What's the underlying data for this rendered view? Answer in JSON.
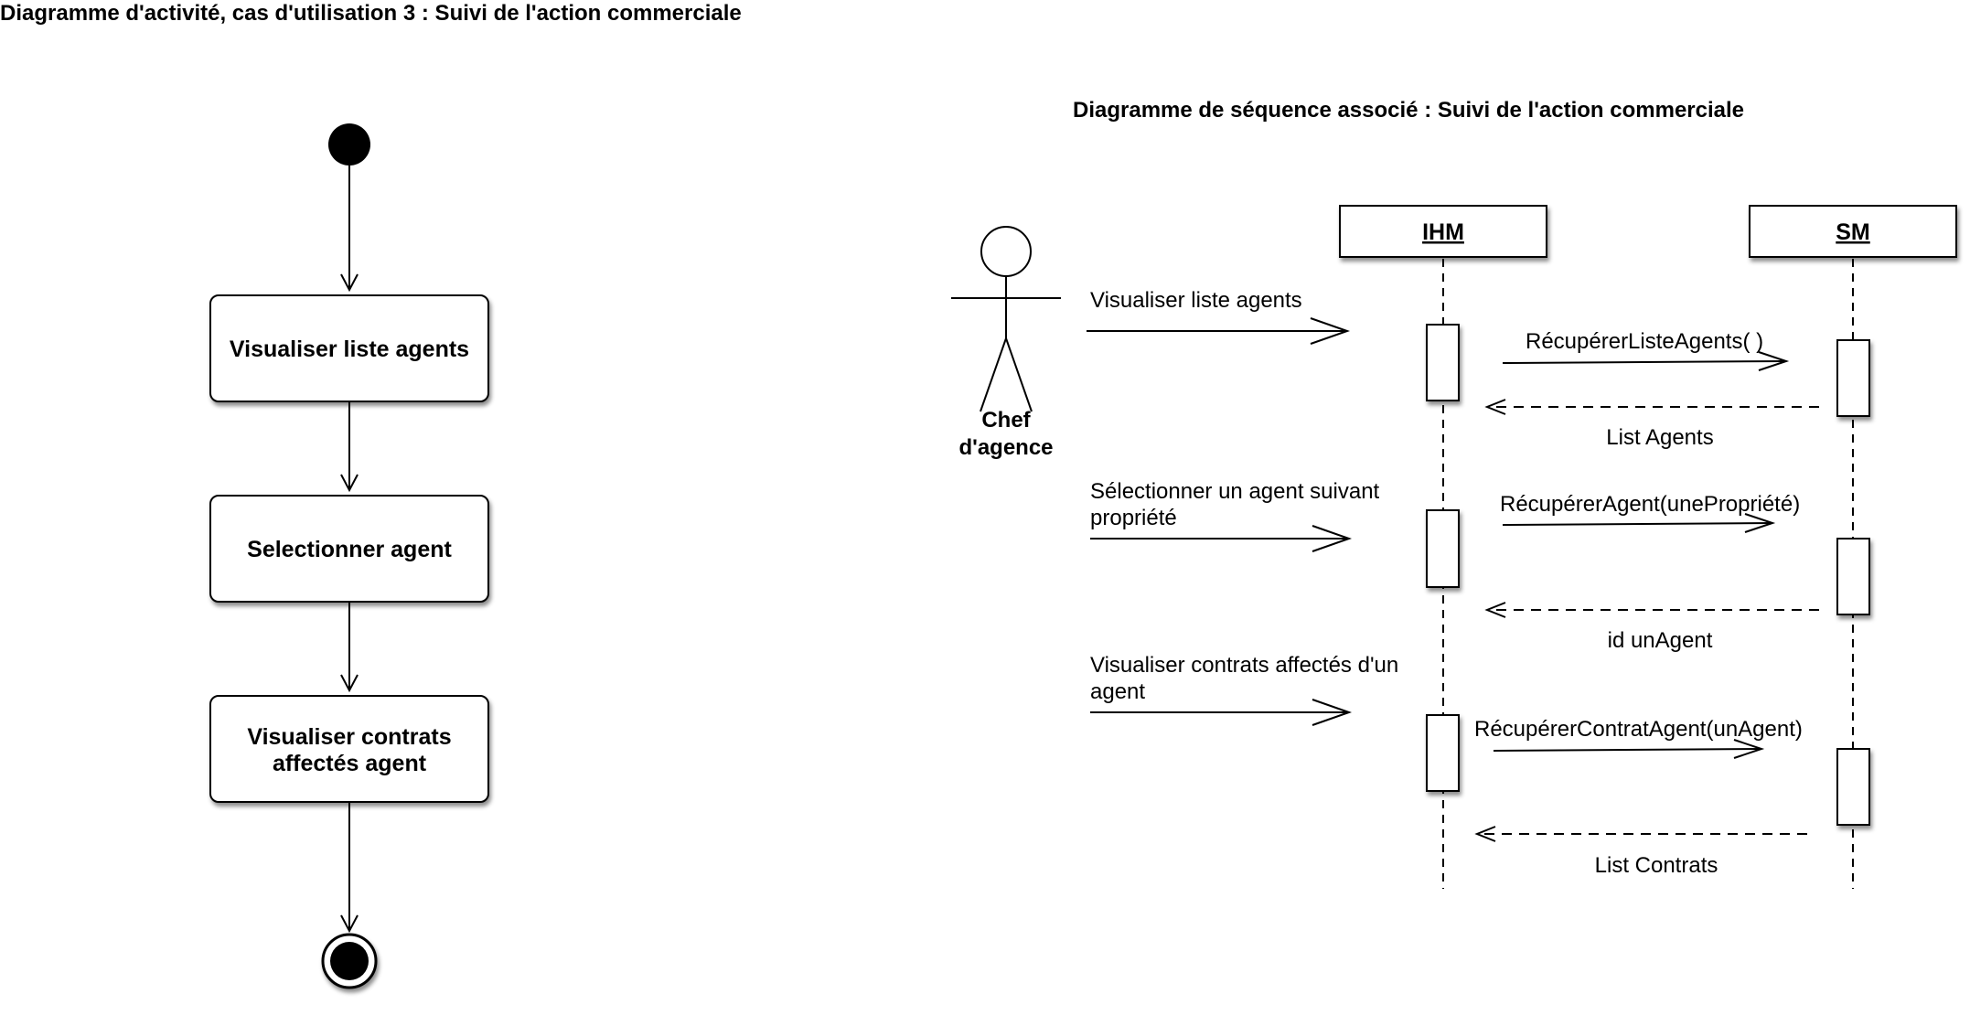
{
  "activity_diagram": {
    "title": "Diagramme d'activité, cas d'utilisation 3 : Suivi de l'action commerciale",
    "activities": [
      {
        "lines": [
          "Visualiser liste agents"
        ]
      },
      {
        "lines": [
          "Selectionner agent"
        ]
      },
      {
        "lines": [
          "Visualiser contrats",
          "affectés agent"
        ]
      }
    ]
  },
  "sequence_diagram": {
    "title": "Diagramme de séquence associé : Suivi de l'action commerciale",
    "actor": {
      "lines": [
        "Chef",
        "d'agence"
      ]
    },
    "lifelines": [
      "IHM",
      "SM"
    ],
    "messages": {
      "m1": [
        "Visualiser liste agents"
      ],
      "m2": [
        "Sélectionner un agent suivant",
        "propriété"
      ],
      "m3": [
        "Visualiser contrats affectés d'un",
        "agent"
      ],
      "c1": "RécupérerListeAgents( )",
      "c2": "RécupérerAgent(unePropriété)",
      "c3": "RécupérerContratAgent(unAgent)",
      "r1": "List Agents",
      "r2": "id unAgent",
      "r3": "List Contrats"
    }
  },
  "colors": {
    "ink": "#000000",
    "box_fill": "#ffffff",
    "shadow": "#8a8a8a"
  }
}
